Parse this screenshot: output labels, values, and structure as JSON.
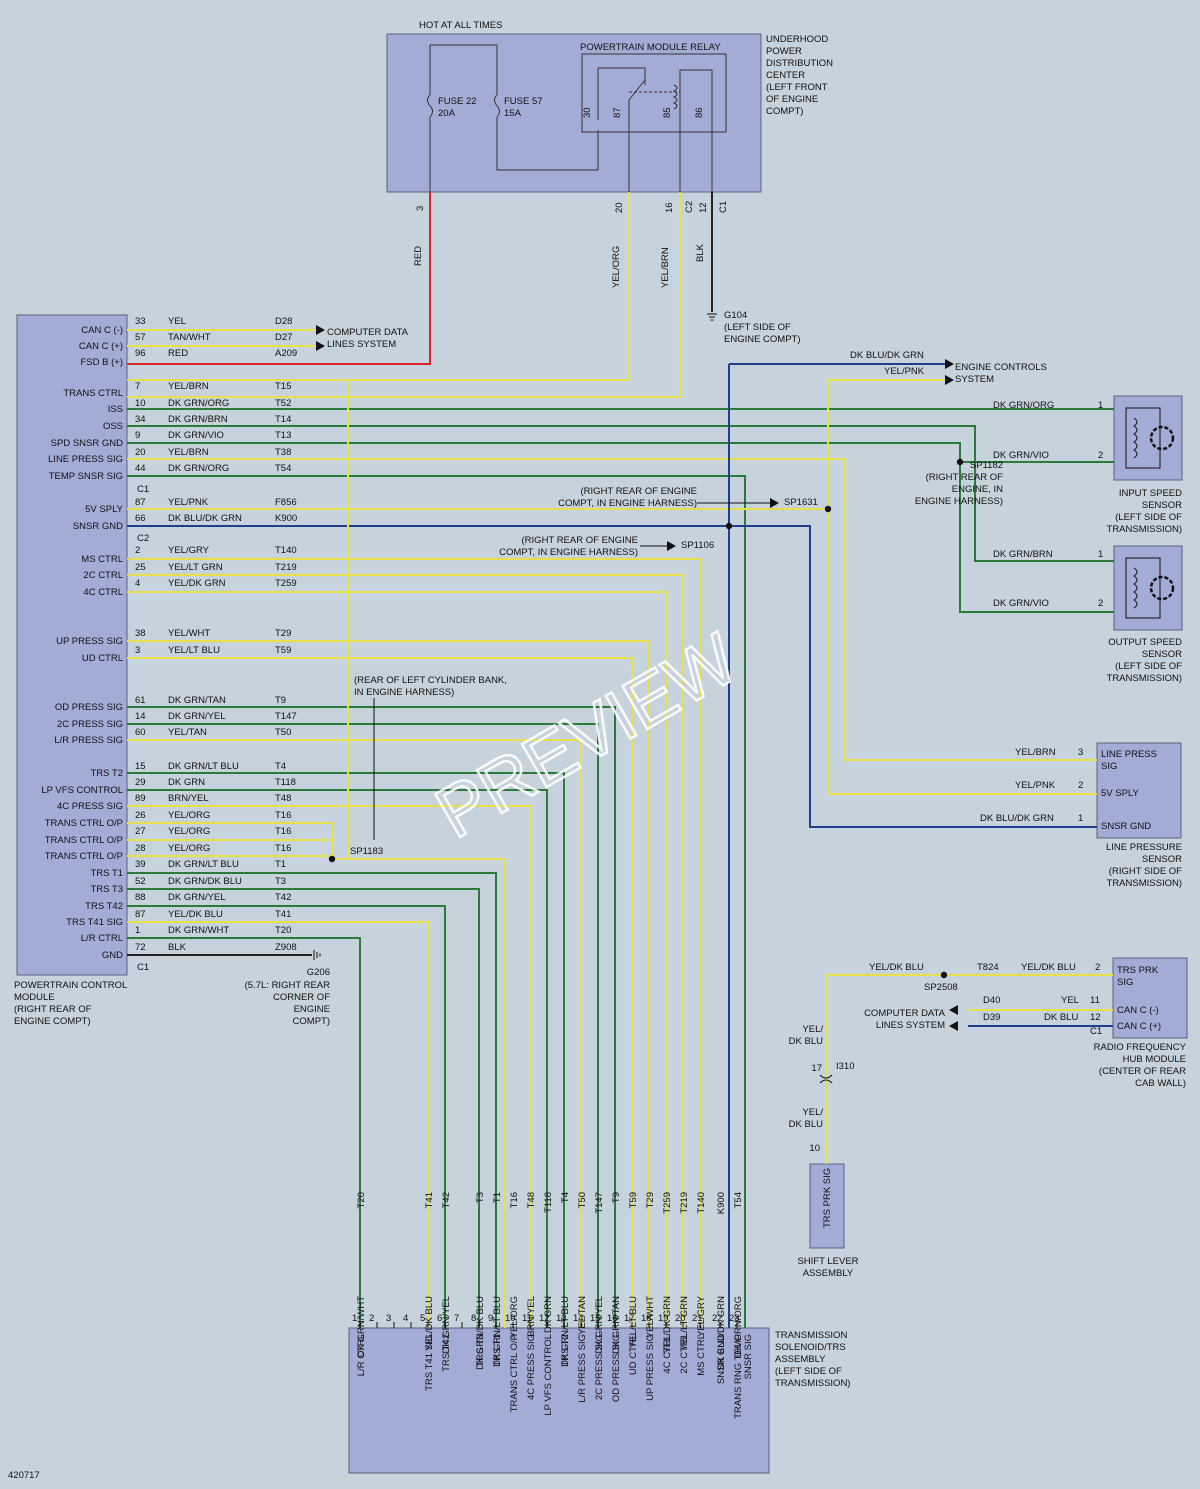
{
  "footer_id": "420717",
  "watermark": "PREVIEW",
  "colors": {
    "background": "#c6d2dc",
    "module_fill": "#a3acd6",
    "yel": "#e8e04a",
    "red": "#d8262a",
    "dkgrn": "#2b7a3a",
    "dkblu": "#1f3f8a",
    "blk": "#222222"
  },
  "pdc": {
    "title_top": "HOT AT ALL TIMES",
    "relay": "POWERTRAIN MODULE RELAY",
    "fuse22": [
      "FUSE 22",
      "20A"
    ],
    "fuse57": [
      "FUSE 57",
      "15A"
    ],
    "relay_pins": [
      "30",
      "87",
      "85",
      "86"
    ],
    "out_pins": [
      "3",
      "20",
      "16",
      "C2",
      "12",
      "C1"
    ],
    "desc": [
      "UNDERHOOD",
      "POWER",
      "DISTRIBUTION",
      "CENTER",
      "(LEFT FRONT",
      "OF ENGINE",
      "COMPT)"
    ],
    "wires": [
      "RED",
      "YEL/ORG",
      "YEL/BRN",
      "BLK"
    ],
    "ground": [
      "G104",
      "(LEFT SIDE OF",
      "ENGINE COMPT)"
    ]
  },
  "pcm": {
    "desc": [
      "POWERTRAIN CONTROL",
      "MODULE",
      "(RIGHT REAR OF",
      "ENGINE COMPT)"
    ],
    "g206": [
      "G206",
      "(5.7L: RIGHT REAR",
      "CORNER OF",
      "ENGINE",
      "COMPT)"
    ],
    "c1": "C1",
    "c2": "C2",
    "rows": [
      {
        "label": "CAN C (-)",
        "pin": "33",
        "color": "YEL",
        "circuit": "D28"
      },
      {
        "label": "CAN C (+)",
        "pin": "57",
        "color": "TAN/WHT",
        "circuit": "D27"
      },
      {
        "label": "FSD B (+)",
        "pin": "96",
        "color": "RED",
        "circuit": "A209"
      },
      {
        "label": "TRANS CTRL",
        "pin": "7",
        "color": "YEL/BRN",
        "circuit": "T15"
      },
      {
        "label": "ISS",
        "pin": "10",
        "color": "DK GRN/ORG",
        "circuit": "T52"
      },
      {
        "label": "OSS",
        "pin": "34",
        "color": "DK GRN/BRN",
        "circuit": "T14"
      },
      {
        "label": "SPD SNSR GND",
        "pin": "9",
        "color": "DK GRN/VIO",
        "circuit": "T13"
      },
      {
        "label": "LINE PRESS SIG",
        "pin": "20",
        "color": "YEL/BRN",
        "circuit": "T38"
      },
      {
        "label": "TEMP SNSR SIG",
        "pin": "44",
        "color": "DK GRN/ORG",
        "circuit": "T54"
      },
      {
        "label": "5V SPLY",
        "pin": "87",
        "color": "YEL/PNK",
        "circuit": "F856"
      },
      {
        "label": "SNSR GND",
        "pin": "66",
        "color": "DK BLU/DK GRN",
        "circuit": "K900"
      },
      {
        "label": "MS CTRL",
        "pin": "2",
        "color": "YEL/GRY",
        "circuit": "T140"
      },
      {
        "label": "2C CTRL",
        "pin": "25",
        "color": "YEL/LT GRN",
        "circuit": "T219"
      },
      {
        "label": "4C CTRL",
        "pin": "4",
        "color": "YEL/DK GRN",
        "circuit": "T259"
      },
      {
        "label": "UP PRESS SIG",
        "pin": "38",
        "color": "YEL/WHT",
        "circuit": "T29"
      },
      {
        "label": "UD CTRL",
        "pin": "3",
        "color": "YEL/LT BLU",
        "circuit": "T59"
      },
      {
        "label": "OD PRESS SIG",
        "pin": "61",
        "color": "DK GRN/TAN",
        "circuit": "T9"
      },
      {
        "label": "2C PRESS SIG",
        "pin": "14",
        "color": "DK GRN/YEL",
        "circuit": "T147"
      },
      {
        "label": "L/R PRESS SIG",
        "pin": "60",
        "color": "YEL/TAN",
        "circuit": "T50"
      },
      {
        "label": "TRS T2",
        "pin": "15",
        "color": "DK GRN/LT BLU",
        "circuit": "T4"
      },
      {
        "label": "LP VFS CONTROL",
        "pin": "29",
        "color": "DK GRN",
        "circuit": "T118"
      },
      {
        "label": "4C PRESS SIG",
        "pin": "89",
        "color": "BRN/YEL",
        "circuit": "T48"
      },
      {
        "label": "TRANS CTRL O/P",
        "pin": "26",
        "color": "YEL/ORG",
        "circuit": "T16"
      },
      {
        "label": "TRANS CTRL O/P",
        "pin": "27",
        "color": "YEL/ORG",
        "circuit": "T16"
      },
      {
        "label": "TRANS CTRL O/P",
        "pin": "28",
        "color": "YEL/ORG",
        "circuit": "T16"
      },
      {
        "label": "TRS T1",
        "pin": "39",
        "color": "DK GRN/LT BLU",
        "circuit": "T1"
      },
      {
        "label": "TRS T3",
        "pin": "52",
        "color": "DK GRN/DK BLU",
        "circuit": "T3"
      },
      {
        "label": "TRS T42",
        "pin": "88",
        "color": "DK GRN/YEL",
        "circuit": "T42"
      },
      {
        "label": "TRS T41 SIG",
        "pin": "87",
        "color": "YEL/DK BLU",
        "circuit": "T41"
      },
      {
        "label": "L/R CTRL",
        "pin": "1",
        "color": "DK GRN/WHT",
        "circuit": "T20"
      },
      {
        "label": "GND",
        "pin": "72",
        "color": "BLK",
        "circuit": "Z908"
      }
    ]
  },
  "comp_data": [
    "COMPUTER DATA",
    "LINES SYSTEM"
  ],
  "engine_ctrl": [
    "ENGINE CONTROLS",
    "SYSTEM"
  ],
  "ec_wires": [
    "DK BLU/DK GRN",
    "YEL/PNK"
  ],
  "splices": {
    "sp1182": [
      "SP1182",
      "(RIGHT REAR OF",
      "ENGINE, IN",
      "ENGINE HARNESS)"
    ],
    "sp1631": [
      "(RIGHT REAR OF ENGINE",
      "COMPT, IN ENGINE HARNESS)",
      "SP1631"
    ],
    "sp1106": [
      "(RIGHT REAR OF ENGINE",
      "COMPT, IN ENGINE HARNESS)",
      "SP1106"
    ],
    "sp1183": [
      "(REAR OF LEFT CYLINDER BANK,",
      "IN ENGINE HARNESS)",
      "SP1183"
    ],
    "sp2508": "SP2508"
  },
  "iss": {
    "wires": [
      {
        "color": "DK GRN/ORG",
        "pin": "1"
      },
      {
        "color": "DK GRN/VIO",
        "pin": "2"
      }
    ],
    "desc": [
      "INPUT SPEED",
      "SENSOR",
      "(LEFT SIDE OF",
      "TRANSMISSION)"
    ]
  },
  "oss": {
    "wires": [
      {
        "color": "DK GRN/BRN",
        "pin": "1"
      },
      {
        "color": "DK GRN/VIO",
        "pin": "2"
      }
    ],
    "desc": [
      "OUTPUT SPEED",
      "SENSOR",
      "(LEFT SIDE OF",
      "TRANSMISSION)"
    ]
  },
  "lps": {
    "wires": [
      {
        "color": "YEL/BRN",
        "pin": "3",
        "label": "LINE PRESS|SIG"
      },
      {
        "color": "YEL/PNK",
        "pin": "2",
        "label": "5V SPLY"
      },
      {
        "color": "DK BLU/DK GRN",
        "pin": "1",
        "label": "SNSR GND"
      }
    ],
    "desc": [
      "LINE PRESSURE",
      "SENSOR",
      "(RIGHT SIDE OF",
      "TRANSMISSION)"
    ]
  },
  "rfh": {
    "labels": [
      "TRS PRK",
      "SIG",
      "CAN C (-)",
      "CAN C (+)"
    ],
    "pins": [
      "2",
      "11",
      "12",
      "C1"
    ],
    "wires": [
      "YEL/DK BLU",
      "T824",
      "YEL/DK BLU",
      "D40",
      "YEL",
      "D39",
      "DK BLU"
    ],
    "comp_data": [
      "COMPUTER DATA",
      "LINES SYSTEM"
    ],
    "desc": [
      "RADIO FREQUENCY",
      "HUB MODULE",
      "(CENTER OF REAR",
      "CAB WALL)"
    ]
  },
  "shift": {
    "wire1": [
      "YEL/",
      "DK BLU"
    ],
    "wire2": [
      "YEL/",
      "DK BLU"
    ],
    "pin17": "17",
    "conn": "I310",
    "pin10": "10",
    "label": "TRS PRK SIG",
    "desc": [
      "SHIFT LEVER",
      "ASSEMBLY"
    ]
  },
  "tsa": {
    "desc": [
      "TRANSMISSION",
      "SOLENOID/TRS",
      "ASSEMBLY",
      "(LEFT SIDE OF",
      "TRANSMISSION)"
    ],
    "pins": [
      {
        "pin": "1",
        "label": "L/R CTRL",
        "color": "DK GRN/WHT",
        "circuit": "T20"
      },
      {
        "pin": "2"
      },
      {
        "pin": "3"
      },
      {
        "pin": "4"
      },
      {
        "pin": "5",
        "label": "TRS T41 SIG",
        "color": "YEL/DK BLU",
        "circuit": "T41"
      },
      {
        "pin": "6",
        "label": "TRS T42",
        "color": "DK GRN/YEL",
        "circuit": "T42"
      },
      {
        "pin": "7"
      },
      {
        "pin": "8",
        "label": "TRS T3",
        "color": "DK GRN/DK BLU",
        "circuit": "T3"
      },
      {
        "pin": "9",
        "label": "TRS T1",
        "color": "DK GRN/LT BLU",
        "circuit": "T1"
      },
      {
        "pin": "10",
        "label": "TRANS CTRL O/P",
        "color": "YEL/ORG",
        "circuit": "T16"
      },
      {
        "pin": "11",
        "label": "4C PRESS SIG",
        "color": "BRN/YEL",
        "circuit": "T48"
      },
      {
        "pin": "12",
        "label": "LP VFS CONTROL",
        "color": "DK GRN",
        "circuit": "T118"
      },
      {
        "pin": "13",
        "label": "TRS T2",
        "color": "DK GRN/LT BLU",
        "circuit": "T4"
      },
      {
        "pin": "14",
        "label": "L/R PRESS SIG",
        "color": "YEL/TAN",
        "circuit": "T50"
      },
      {
        "pin": "15",
        "label": "2C PRESS SIG",
        "color": "DK GRN/YEL",
        "circuit": "T147"
      },
      {
        "pin": "16",
        "label": "OD PRESS SIG",
        "color": "DK GRN/TAN",
        "circuit": "T9"
      },
      {
        "pin": "17",
        "label": "UD CTRL",
        "color": "YEL/LT BLU",
        "circuit": "T59"
      },
      {
        "pin": "18",
        "label": "UP PRESS SIG",
        "color": "YEL/WHT",
        "circuit": "T29"
      },
      {
        "pin": "19",
        "label": "4C CTRL",
        "color": "YEL/DK GRN",
        "circuit": "T259"
      },
      {
        "pin": "20",
        "label": "2C CTRL",
        "color": "YEL/LT GRN",
        "circuit": "T219"
      },
      {
        "pin": "21",
        "label": "MS CTRL",
        "color": "YEL/GRY",
        "circuit": "T140"
      },
      {
        "pin": "22",
        "label": "SNSR GND",
        "color": "DK BLU/DK GRN",
        "circuit": "K900"
      },
      {
        "pin": "23",
        "label": "TRANS RNG TEMP|SNSR SIG",
        "color": "DK GRN/ORG",
        "circuit": "T54"
      }
    ]
  }
}
